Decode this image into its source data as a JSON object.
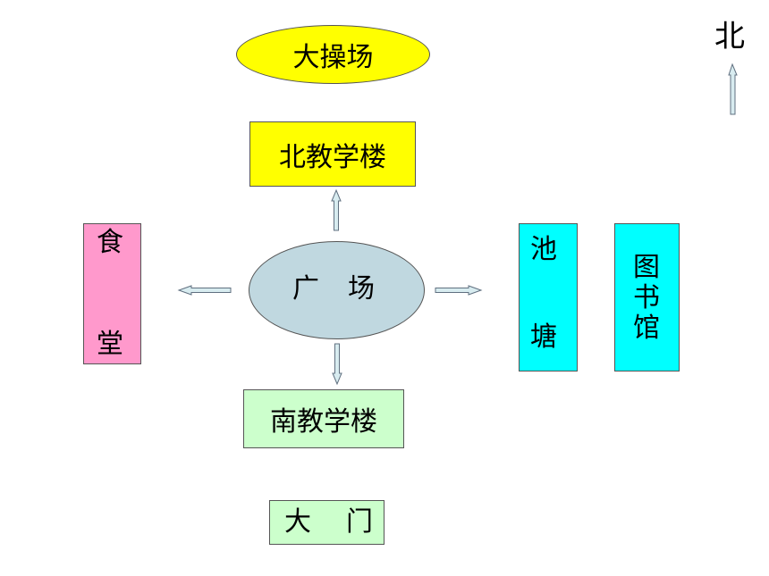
{
  "compass": {
    "label": "北"
  },
  "nodes": {
    "playground": "大操场",
    "north_building": "北教学楼",
    "canteen_1": "食",
    "canteen_2": "堂",
    "square_1": "广",
    "square_2": "场",
    "pond_1": "池",
    "pond_2": "塘",
    "library_1": "图",
    "library_2": "书",
    "library_3": "馆",
    "south_building": "南教学楼",
    "gate_1": "大",
    "gate_2": "门"
  },
  "colors": {
    "playground": "#ffff00",
    "north_building": "#ffff00",
    "canteen": "#ff99cc",
    "square": "#c0d8e0",
    "pond": "#00ffff",
    "library": "#00ffff",
    "south_building": "#ccffcc",
    "gate": "#ccffcc",
    "arrow_fill": "#d8ecf0",
    "arrow_stroke": "#607080"
  }
}
